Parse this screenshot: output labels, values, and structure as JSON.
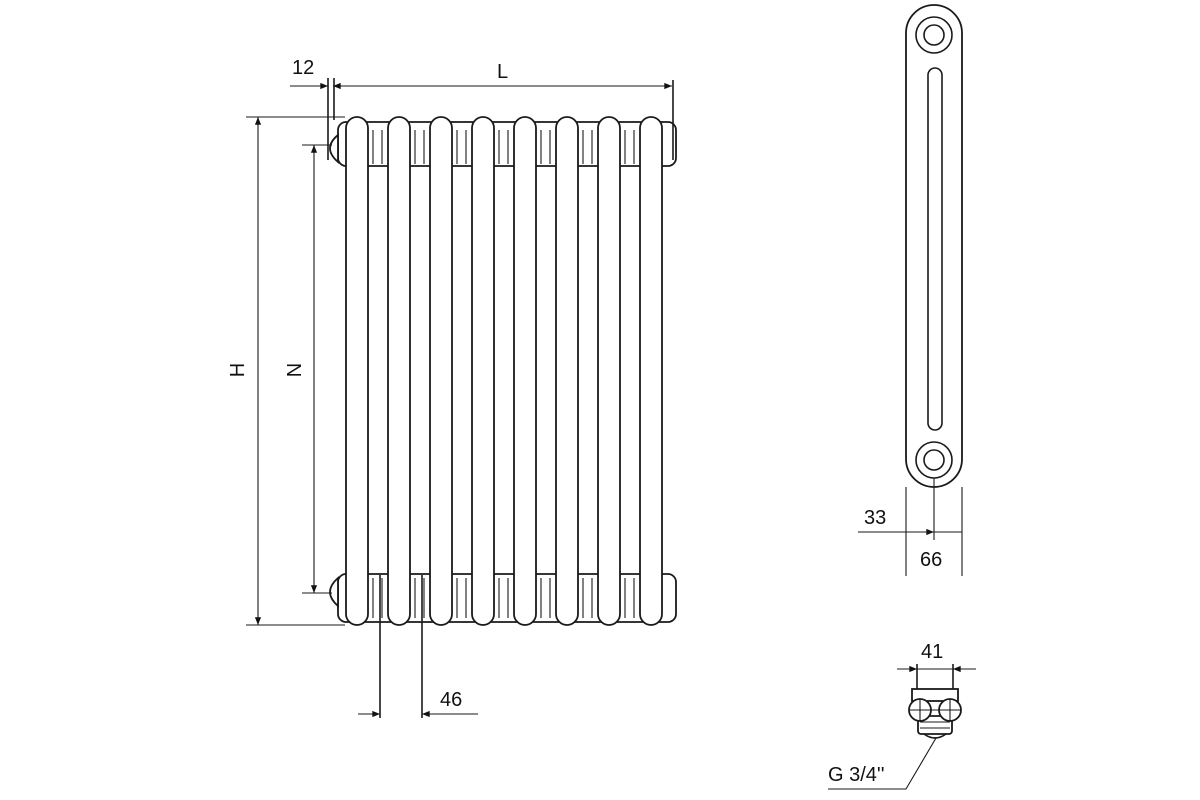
{
  "title": "Radiator dimension drawing",
  "front_view": {
    "column_count": 8,
    "labels": {
      "offset": "12",
      "length": "L",
      "height": "H",
      "axis_distance": "N",
      "column_pitch": "46"
    }
  },
  "side_view": {
    "labels": {
      "half_depth": "33",
      "depth": "66"
    }
  },
  "connection_detail": {
    "labels": {
      "width": "41",
      "thread": "G 3/4''"
    }
  },
  "colors": {
    "line": "#1a1a1a",
    "background": "#ffffff"
  }
}
